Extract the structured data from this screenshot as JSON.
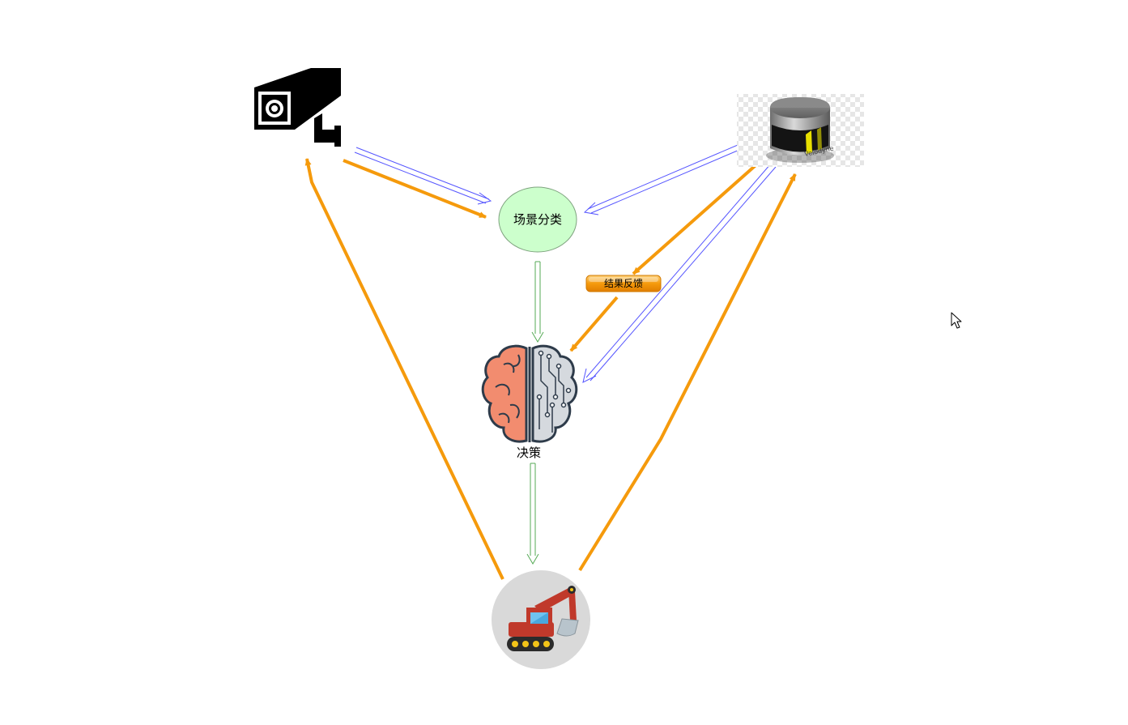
{
  "nodes": {
    "scene_classification": {
      "label": "场景分类",
      "fill": "#ccffcc",
      "stroke": "#7fa37f"
    },
    "decision": {
      "label": "决策"
    },
    "feedback": {
      "label": "结果反馈",
      "fill": "#f59a0c"
    },
    "camera": {
      "icon": "security-camera-icon"
    },
    "lidar": {
      "icon": "lidar-sensor-icon",
      "brand": "Velodyne"
    },
    "excavator": {
      "icon": "excavator-icon"
    },
    "brain": {
      "icon": "brain-icon"
    }
  },
  "colors": {
    "orange_arrow": "#f59a0c",
    "blue_arrow": "#5555ff",
    "green_arrow": "#55aa55"
  },
  "cursor": {
    "icon": "mouse-pointer-icon"
  }
}
